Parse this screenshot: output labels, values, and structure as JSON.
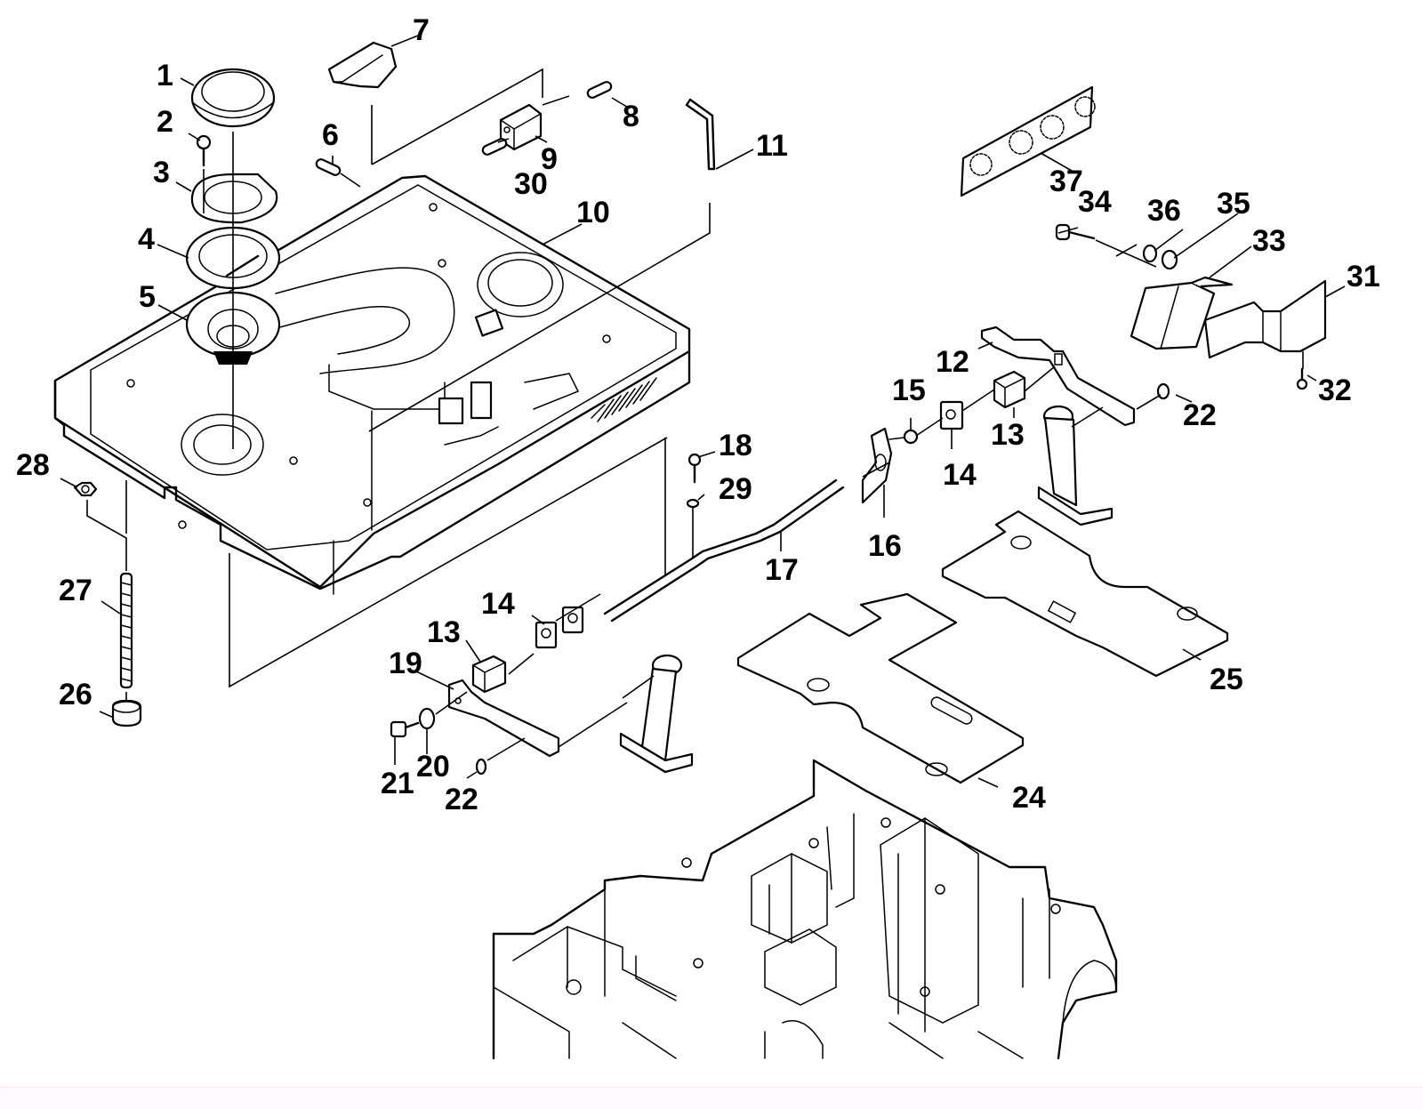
{
  "diagram": {
    "type": "exploded-parts-view",
    "subject": "Upper cover assembly with floor plates and base frame",
    "callouts": [
      {
        "id": "1",
        "label": "1",
        "part": "seal-ring"
      },
      {
        "id": "2",
        "label": "2",
        "part": "screw"
      },
      {
        "id": "3",
        "label": "3",
        "part": "gasket"
      },
      {
        "id": "4",
        "label": "4",
        "part": "flange-ring"
      },
      {
        "id": "5",
        "label": "5",
        "part": "bearing-housing"
      },
      {
        "id": "6",
        "label": "6",
        "part": "pin"
      },
      {
        "id": "7",
        "label": "7",
        "part": "latch-cover"
      },
      {
        "id": "8",
        "label": "8",
        "part": "pin"
      },
      {
        "id": "9",
        "label": "9",
        "part": "block"
      },
      {
        "id": "10",
        "label": "10",
        "part": "top-cover"
      },
      {
        "id": "11",
        "label": "11",
        "part": "hex-key"
      },
      {
        "id": "12",
        "label": "12",
        "part": "bracket-right"
      },
      {
        "id": "13a",
        "label": "13",
        "part": "bushing-block"
      },
      {
        "id": "13b",
        "label": "13",
        "part": "bushing-block"
      },
      {
        "id": "14a",
        "label": "14",
        "part": "clip-nut"
      },
      {
        "id": "14b",
        "label": "14",
        "part": "clip-nut"
      },
      {
        "id": "15",
        "label": "15",
        "part": "screw"
      },
      {
        "id": "16",
        "label": "16",
        "part": "lever-plate"
      },
      {
        "id": "17",
        "label": "17",
        "part": "rod"
      },
      {
        "id": "18",
        "label": "18",
        "part": "screw"
      },
      {
        "id": "19",
        "label": "19",
        "part": "bracket-left"
      },
      {
        "id": "20",
        "label": "20",
        "part": "washer"
      },
      {
        "id": "21",
        "label": "21",
        "part": "bolt"
      },
      {
        "id": "22a",
        "label": "22",
        "part": "o-ring"
      },
      {
        "id": "22b",
        "label": "22",
        "part": "o-ring"
      },
      {
        "id": "24",
        "label": "24",
        "part": "floor-plate-left"
      },
      {
        "id": "25",
        "label": "25",
        "part": "floor-plate-right"
      },
      {
        "id": "26",
        "label": "26",
        "part": "foot-cap"
      },
      {
        "id": "27",
        "label": "27",
        "part": "threaded-rod"
      },
      {
        "id": "28",
        "label": "28",
        "part": "hex-nut"
      },
      {
        "id": "29",
        "label": "29",
        "part": "washer"
      },
      {
        "id": "30",
        "label": "30",
        "part": "pin"
      },
      {
        "id": "31",
        "label": "31",
        "part": "guard-plate"
      },
      {
        "id": "32",
        "label": "32",
        "part": "screw"
      },
      {
        "id": "33",
        "label": "33",
        "part": "switch-cover"
      },
      {
        "id": "34",
        "label": "34",
        "part": "bolt"
      },
      {
        "id": "35",
        "label": "35",
        "part": "nut"
      },
      {
        "id": "36",
        "label": "36",
        "part": "washer"
      },
      {
        "id": "37",
        "label": "37",
        "part": "decal-label"
      }
    ]
  }
}
